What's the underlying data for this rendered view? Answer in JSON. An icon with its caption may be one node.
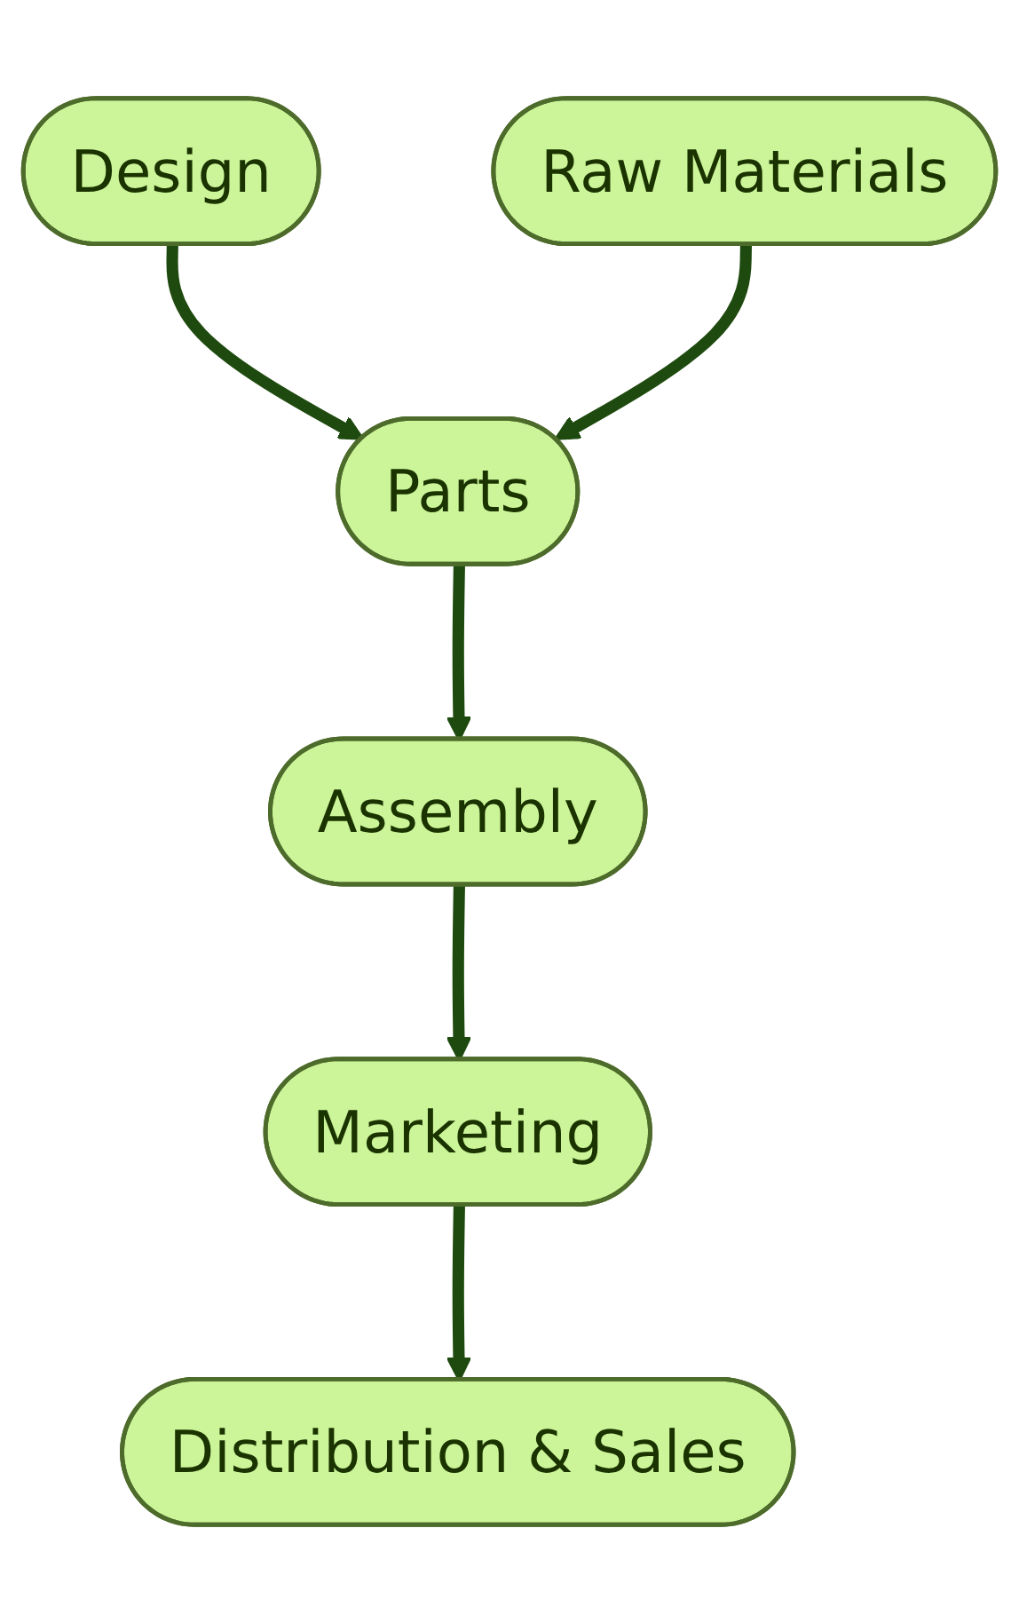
{
  "diagram": {
    "nodes": [
      {
        "text": [
          "Design"
        ]
      },
      {
        "text": [
          "Raw Materials"
        ]
      },
      {
        "text": [
          "Parts"
        ]
      },
      {
        "text": [
          "Assembly"
        ]
      },
      {
        "text": [
          "Marketing"
        ]
      },
      {
        "text": [
          "Distribution & Sales"
        ]
      }
    ],
    "edges": [
      {
        "from": 0,
        "to": 2,
        "arrow": "to"
      },
      {
        "from": 1,
        "to": 2,
        "arrow": "to"
      },
      {
        "from": 2,
        "to": 3,
        "arrow": "to"
      },
      {
        "from": 3,
        "to": 4,
        "arrow": "to"
      },
      {
        "from": 4,
        "to": 5,
        "arrow": "to"
      }
    ]
  }
}
